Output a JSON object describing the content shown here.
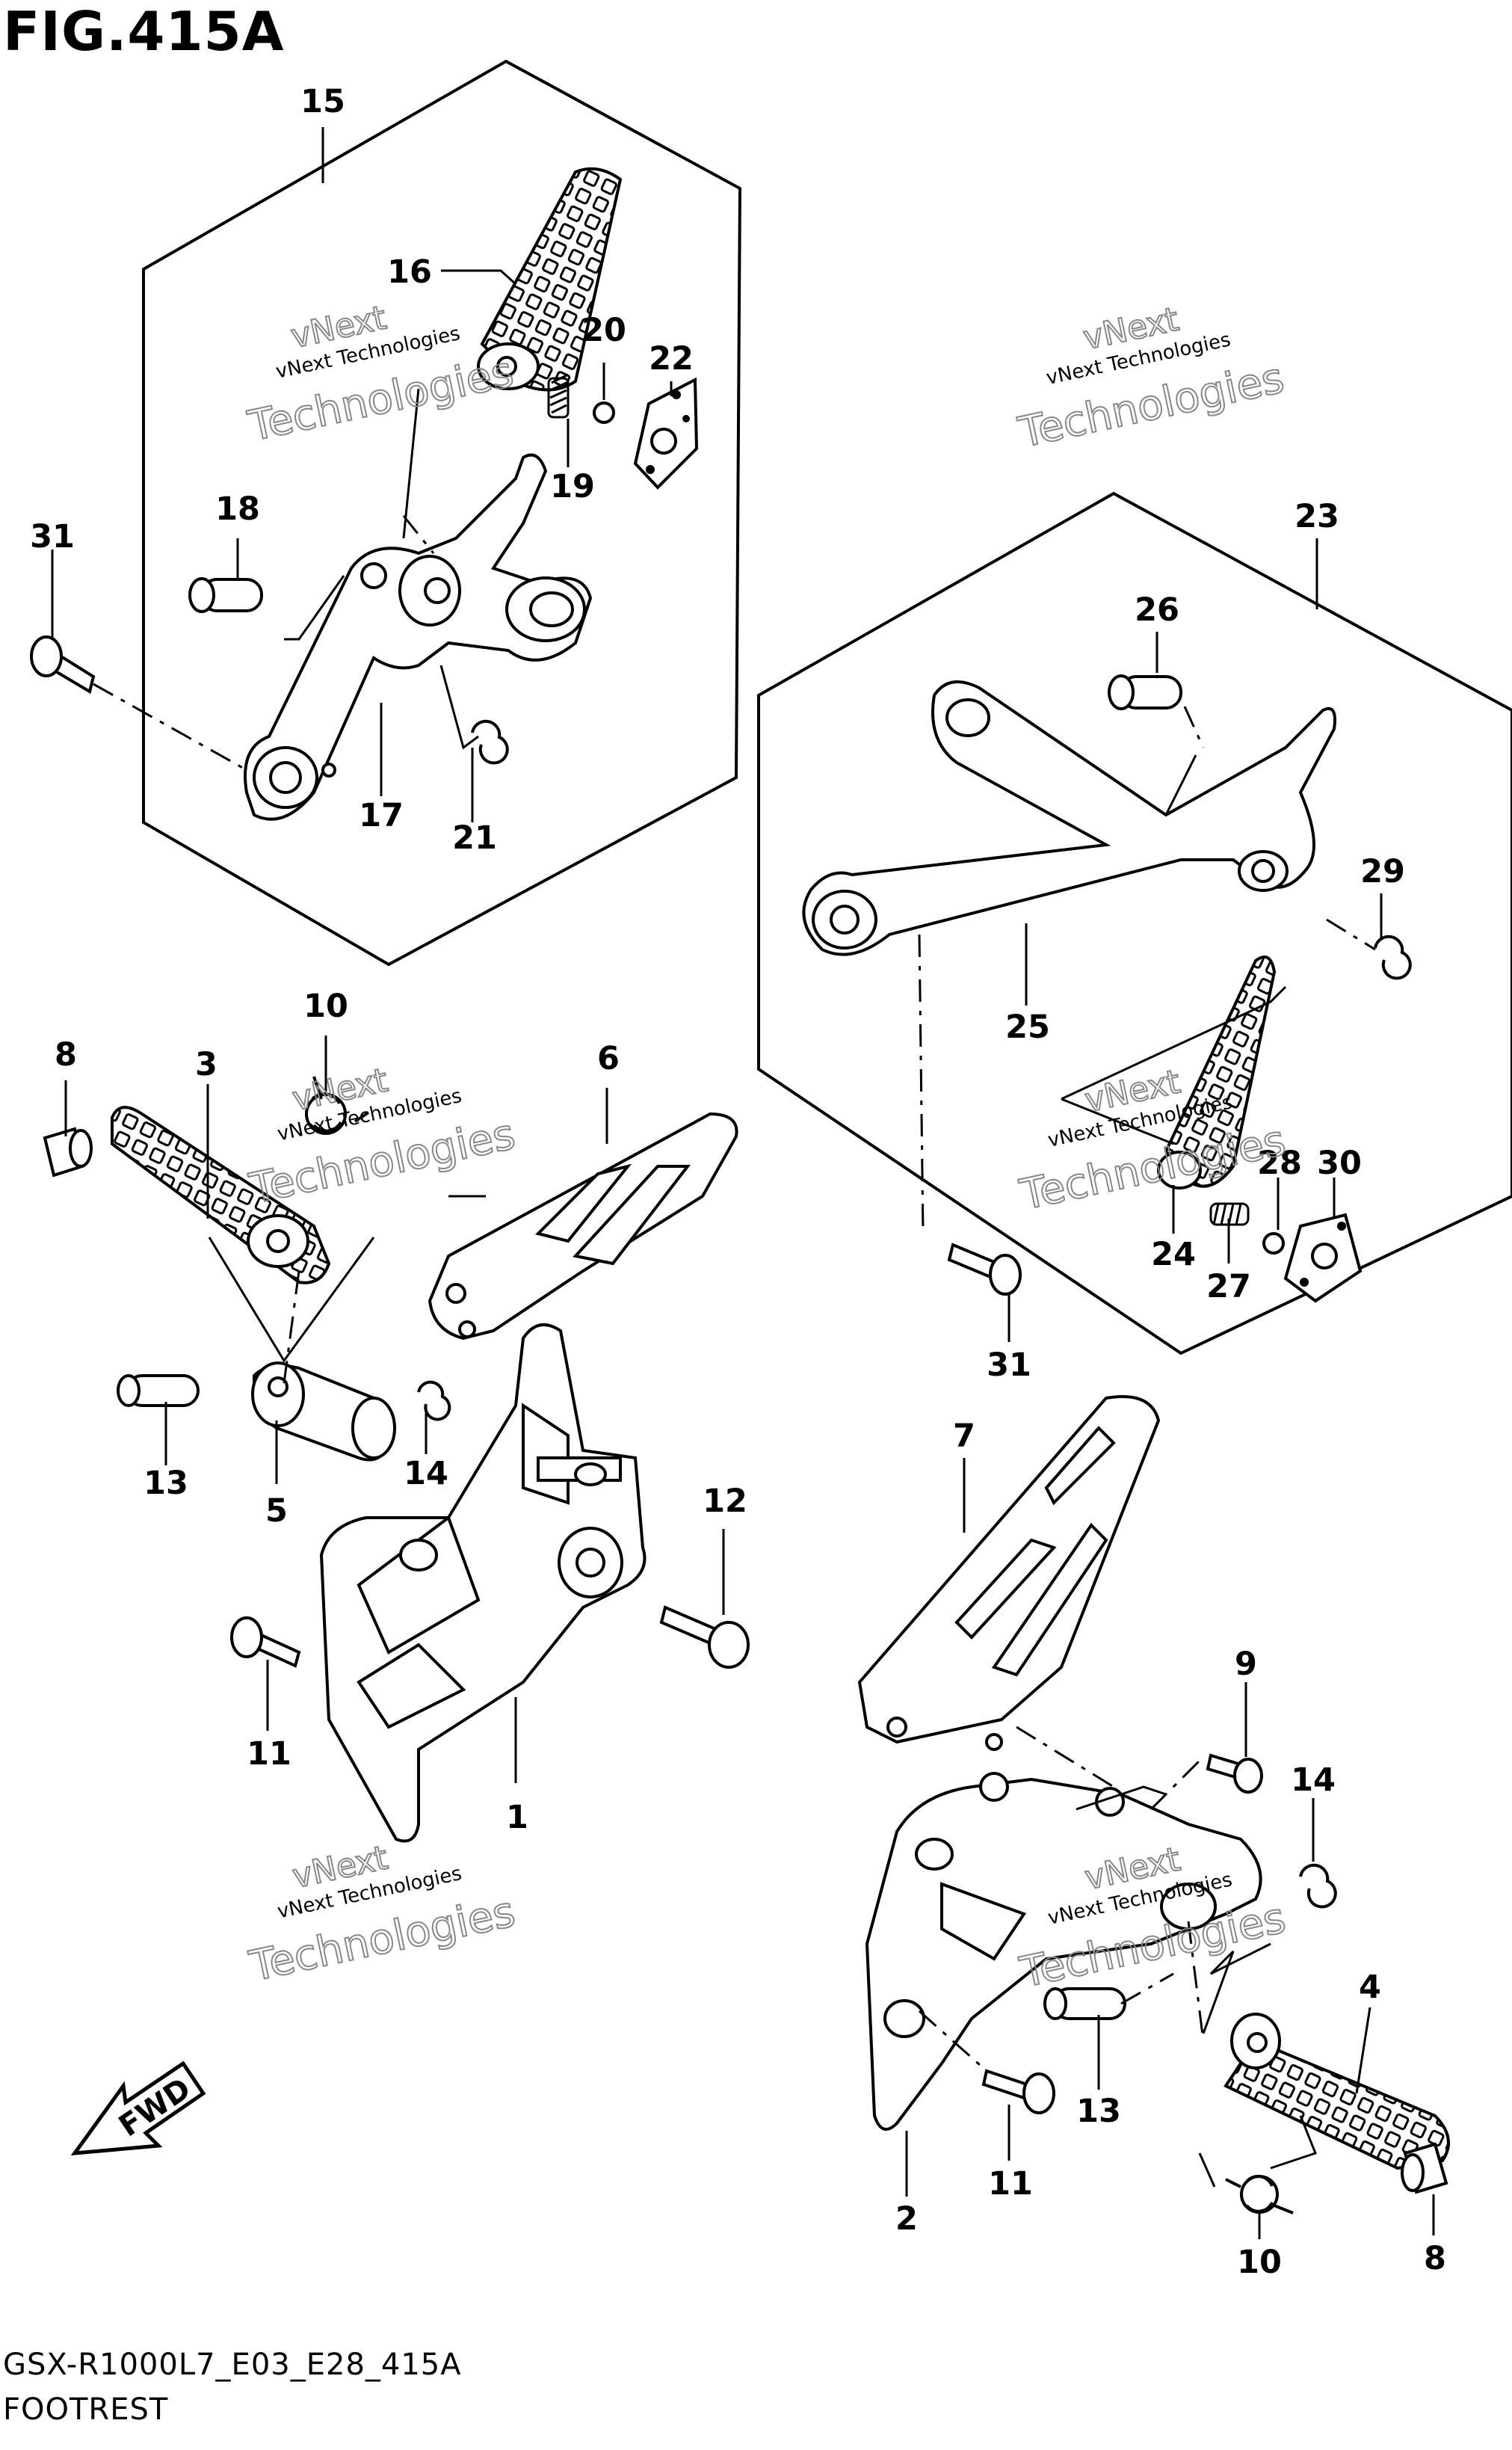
{
  "figure": {
    "title": "FIG.415A",
    "model_code": "GSX-R1000L7_E03_E28_415A",
    "section_name": "FOOTREST",
    "fwd_label": "FWD"
  },
  "watermark": {
    "line1": "vNext",
    "line2": "vNext Technologies",
    "line3": "Technologies"
  },
  "callouts": [
    {
      "id": "c15",
      "label": "15"
    },
    {
      "id": "c16",
      "label": "16"
    },
    {
      "id": "c20",
      "label": "20"
    },
    {
      "id": "c22",
      "label": "22"
    },
    {
      "id": "c19",
      "label": "19"
    },
    {
      "id": "c18",
      "label": "18"
    },
    {
      "id": "c31a",
      "label": "31"
    },
    {
      "id": "c17",
      "label": "17"
    },
    {
      "id": "c21",
      "label": "21"
    },
    {
      "id": "c23",
      "label": "23"
    },
    {
      "id": "c26",
      "label": "26"
    },
    {
      "id": "c29",
      "label": "29"
    },
    {
      "id": "c25",
      "label": "25"
    },
    {
      "id": "c28",
      "label": "28"
    },
    {
      "id": "c30",
      "label": "30"
    },
    {
      "id": "c24",
      "label": "24"
    },
    {
      "id": "c27",
      "label": "27"
    },
    {
      "id": "c31b",
      "label": "31"
    },
    {
      "id": "c10a",
      "label": "10"
    },
    {
      "id": "c8a",
      "label": "8"
    },
    {
      "id": "c3",
      "label": "3"
    },
    {
      "id": "c6",
      "label": "6"
    },
    {
      "id": "c13a",
      "label": "13"
    },
    {
      "id": "c5",
      "label": "5"
    },
    {
      "id": "c14a",
      "label": "14"
    },
    {
      "id": "c12",
      "label": "12"
    },
    {
      "id": "c11a",
      "label": "11"
    },
    {
      "id": "c1",
      "label": "1"
    },
    {
      "id": "c7",
      "label": "7"
    },
    {
      "id": "c9",
      "label": "9"
    },
    {
      "id": "c14b",
      "label": "14"
    },
    {
      "id": "c4",
      "label": "4"
    },
    {
      "id": "c11b",
      "label": "11"
    },
    {
      "id": "c13b",
      "label": "13"
    },
    {
      "id": "c2",
      "label": "2"
    },
    {
      "id": "c10b",
      "label": "10"
    },
    {
      "id": "c8b",
      "label": "8"
    }
  ]
}
